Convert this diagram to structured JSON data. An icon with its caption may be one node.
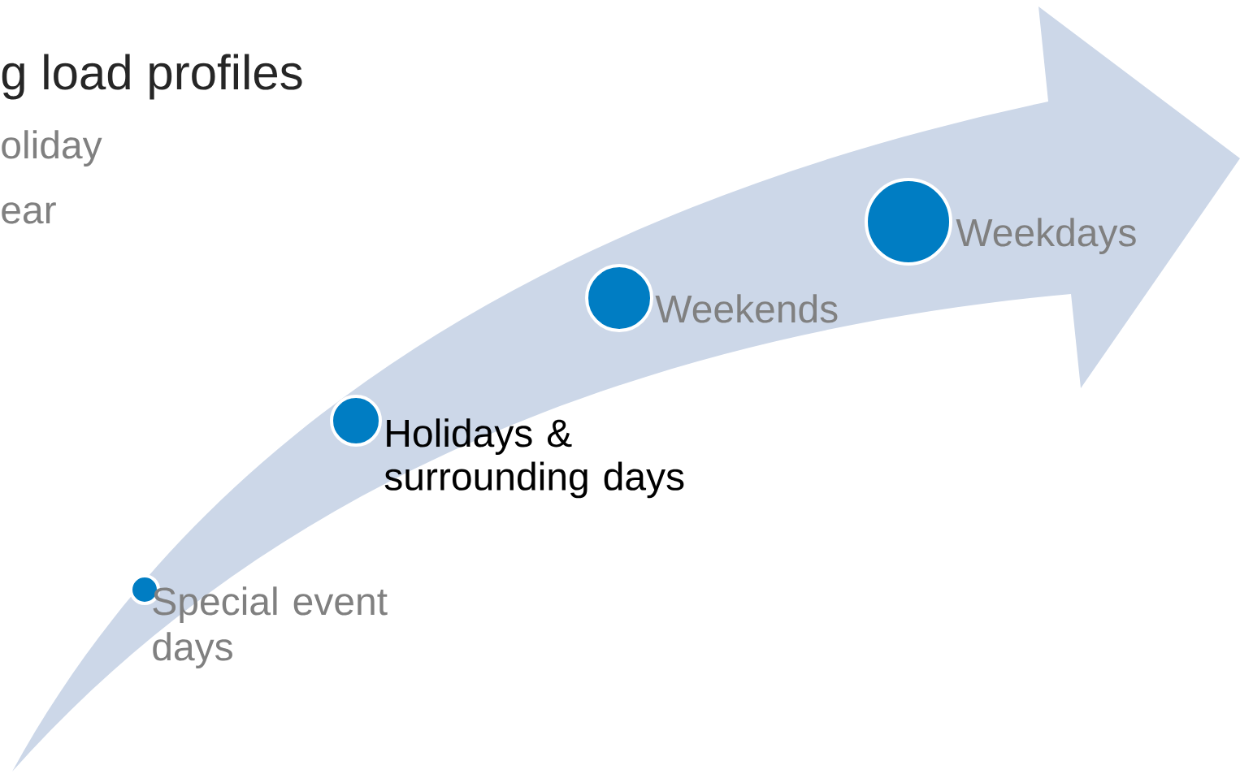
{
  "diagram": {
    "nodes": [
      {
        "text": [],
        "shape": "circle",
        "beside": [
          "Special event days"
        ]
      },
      {
        "text": [],
        "shape": "circle",
        "beside": [
          "Holidays & surrounding days"
        ]
      },
      {
        "text": [],
        "shape": "circle",
        "beside": [
          "Weekends"
        ]
      },
      {
        "text": [],
        "shape": "circle",
        "beside": [
          "Weekdays"
        ]
      }
    ],
    "labels": [
      "g load profiles",
      "oliday",
      "ear"
    ]
  }
}
